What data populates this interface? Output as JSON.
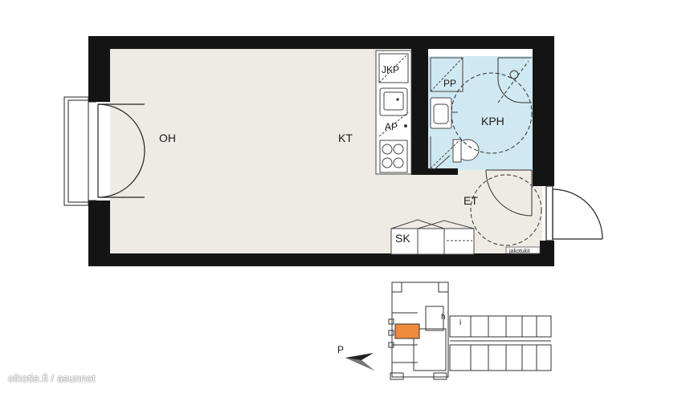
{
  "rooms": {
    "oh": "OH",
    "kt": "KT",
    "kph": "KPH",
    "et": "ET",
    "sk": "SK"
  },
  "fixtures": {
    "jkp": "JKP",
    "ap": "AP",
    "pp": "PP",
    "jakotukit": "jakotukit"
  },
  "site_plan": {
    "label_h": "h",
    "label_i": "i",
    "north_label": "P",
    "highlight_color": "#f08a3c"
  },
  "colors": {
    "wall": "#141414",
    "living_floor": "#eeebe5",
    "bathroom_floor": "#cfe8f1"
  },
  "watermark": "oikotie.fi / asunnot"
}
